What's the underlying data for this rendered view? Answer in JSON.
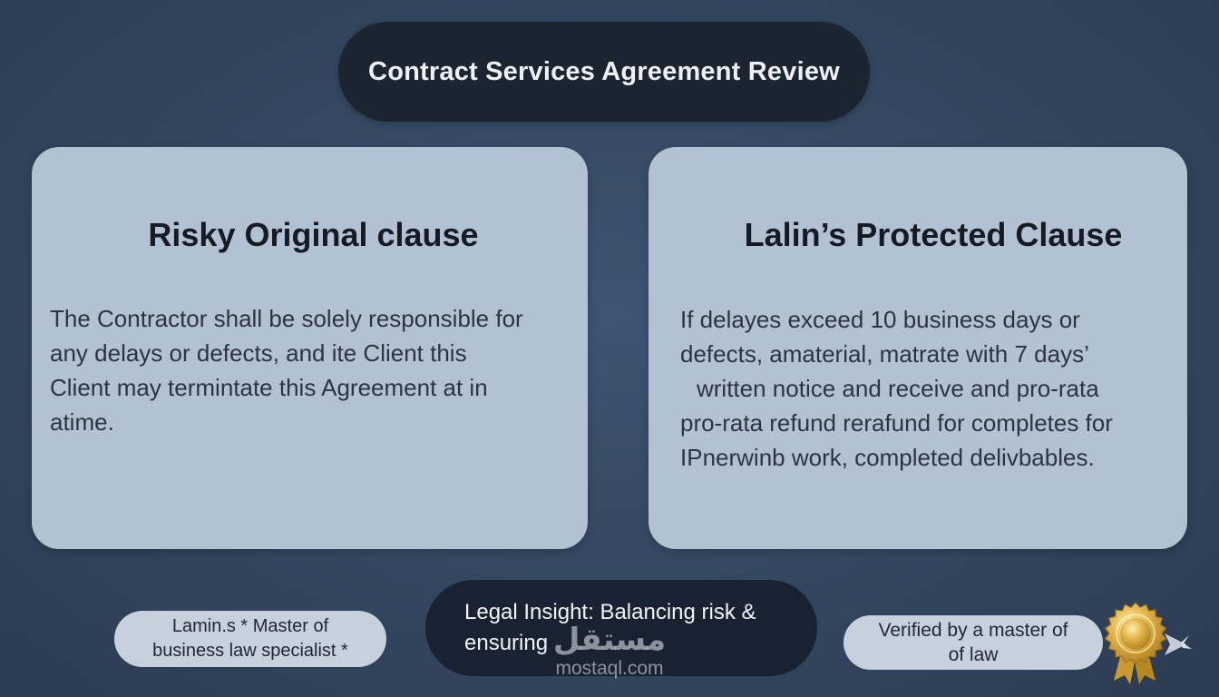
{
  "header": {
    "title": "Contract Services Agreement Review"
  },
  "cards": {
    "original": {
      "heading": "Risky Original clause",
      "lines": [
        "The Contractor shall be solely responsible for",
        "any delays or defects, and ite Client this",
        "Client may termintate this Agreement at in",
        "atime."
      ]
    },
    "protected": {
      "heading": "Lalin’s Protected Clause",
      "lines": [
        "If delayes exceed 10 business days or",
        "defects, amaterial,   matrate with 7 days’",
        "written notice and receive and pro-rata",
        "pro-rata refund rerafund for completes for",
        "IPnerwinb work, completed delivbables."
      ]
    }
  },
  "footer": {
    "author_lines": [
      "Lamin.s * Master of",
      "business law specialist *"
    ],
    "insight_lines": [
      "Legal Insight: Balancing risk &",
      "ensuring"
    ],
    "verified_lines": [
      "Verified by a master of",
      "of law"
    ],
    "seal_icon": "gold-award-seal-icon"
  },
  "watermark": {
    "logo_text": "مستقل",
    "url": "mostaql.com"
  },
  "colors": {
    "background": "#34465f",
    "card": "#b3c2d2",
    "dark_pill": "#1b2431",
    "light_pill": "#c6d1dd",
    "gold": "#d4a73a"
  }
}
